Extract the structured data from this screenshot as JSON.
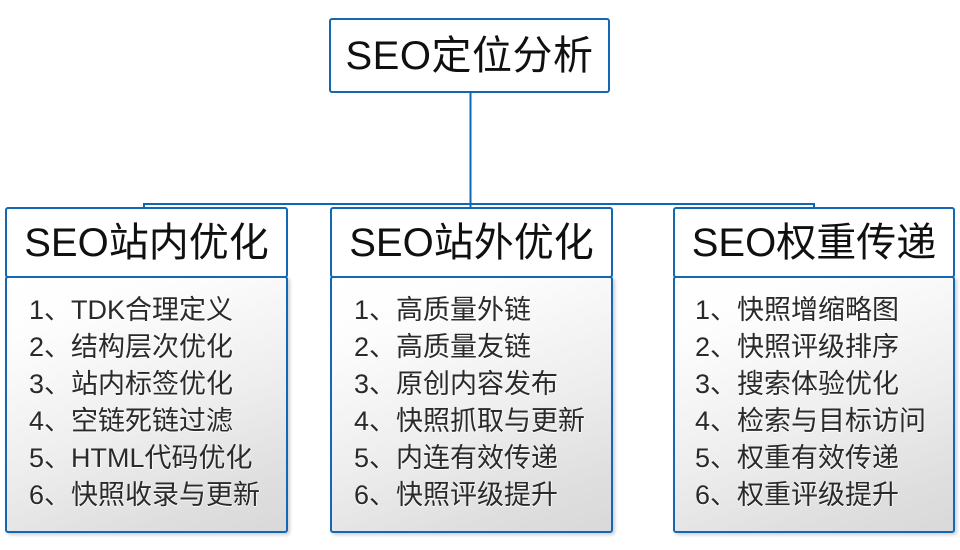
{
  "diagram": {
    "type": "org-tree",
    "accent_color": "#1268b3",
    "root": {
      "label": "SEO定位分析"
    },
    "branches": [
      {
        "id": "seo-onsite",
        "header": "SEO站内优化",
        "items": [
          "1、TDK合理定义",
          "2、结构层次优化",
          "3、站内标签优化",
          "4、空链死链过滤",
          "5、HTML代码优化",
          "6、快照收录与更新"
        ]
      },
      {
        "id": "seo-offsite",
        "header": "SEO站外优化",
        "items": [
          "1、高质量外链",
          "2、高质量友链",
          "3、原创内容发布",
          "4、快照抓取与更新",
          "5、内连有效传递",
          "6、快照评级提升"
        ]
      },
      {
        "id": "seo-weight",
        "header": "SEO权重传递",
        "items": [
          "1、快照增缩略图",
          "2、快照评级排序",
          "3、搜索体验优化",
          "4、检索与目标访问",
          "5、权重有效传递",
          "6、权重评级提升"
        ]
      }
    ]
  }
}
